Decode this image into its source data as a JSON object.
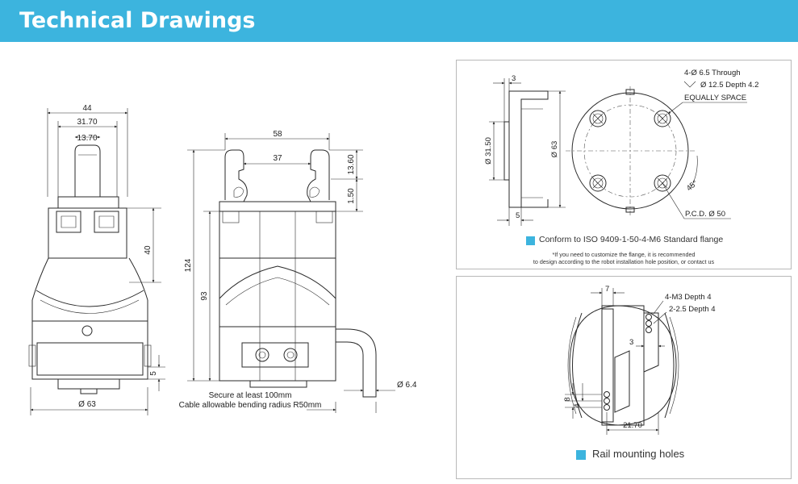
{
  "header": {
    "title": "Technical Drawings"
  },
  "colors": {
    "accent": "#3cb4de",
    "line": "#2a2a2a"
  },
  "front_view": {
    "dims": {
      "width_top": "44",
      "width_inner": "31.70",
      "width_finger": "13.70",
      "height_side": "40",
      "height_bottom": "5",
      "diameter": "Ø 63"
    }
  },
  "side_view": {
    "dims": {
      "width_top": "58",
      "width_inner": "37",
      "height_finger": "13.60",
      "height_step": "1.50",
      "height_total": "124",
      "height_body": "93",
      "cable_diameter": "Ø 6.4"
    },
    "notes": {
      "line1": "Secure at least 100mm",
      "line2": "Cable allowable bending radius R50mm"
    }
  },
  "flange": {
    "dims": {
      "thickness": "3",
      "boss_diameter": "Ø 31.50",
      "outer_diameter": "Ø 63",
      "bottom": "5",
      "angle": "45°",
      "pcd": "P.C.D. Ø 50"
    },
    "callouts": {
      "holes": "4-Ø  6.5 Through",
      "counterbore": "Ø  12.5  Depth 4.2",
      "spacing": "EQUALLY SPACE"
    },
    "legend": "Conform to ISO 9409-1-50-4-M6 Standard flange",
    "note": {
      "line1": "*If you need to customize the flange, it is recommended",
      "line2": "to design  according to the robot installation hole position, or contact us"
    }
  },
  "rail": {
    "dims": {
      "top": "7",
      "side": "3",
      "v1": "8",
      "v2": "4",
      "bottom": "21.70"
    },
    "callouts": {
      "m3": "4-M3   Depth 4",
      "pin": "2-2.5    Depth 4"
    },
    "legend": "Rail mounting holes"
  }
}
